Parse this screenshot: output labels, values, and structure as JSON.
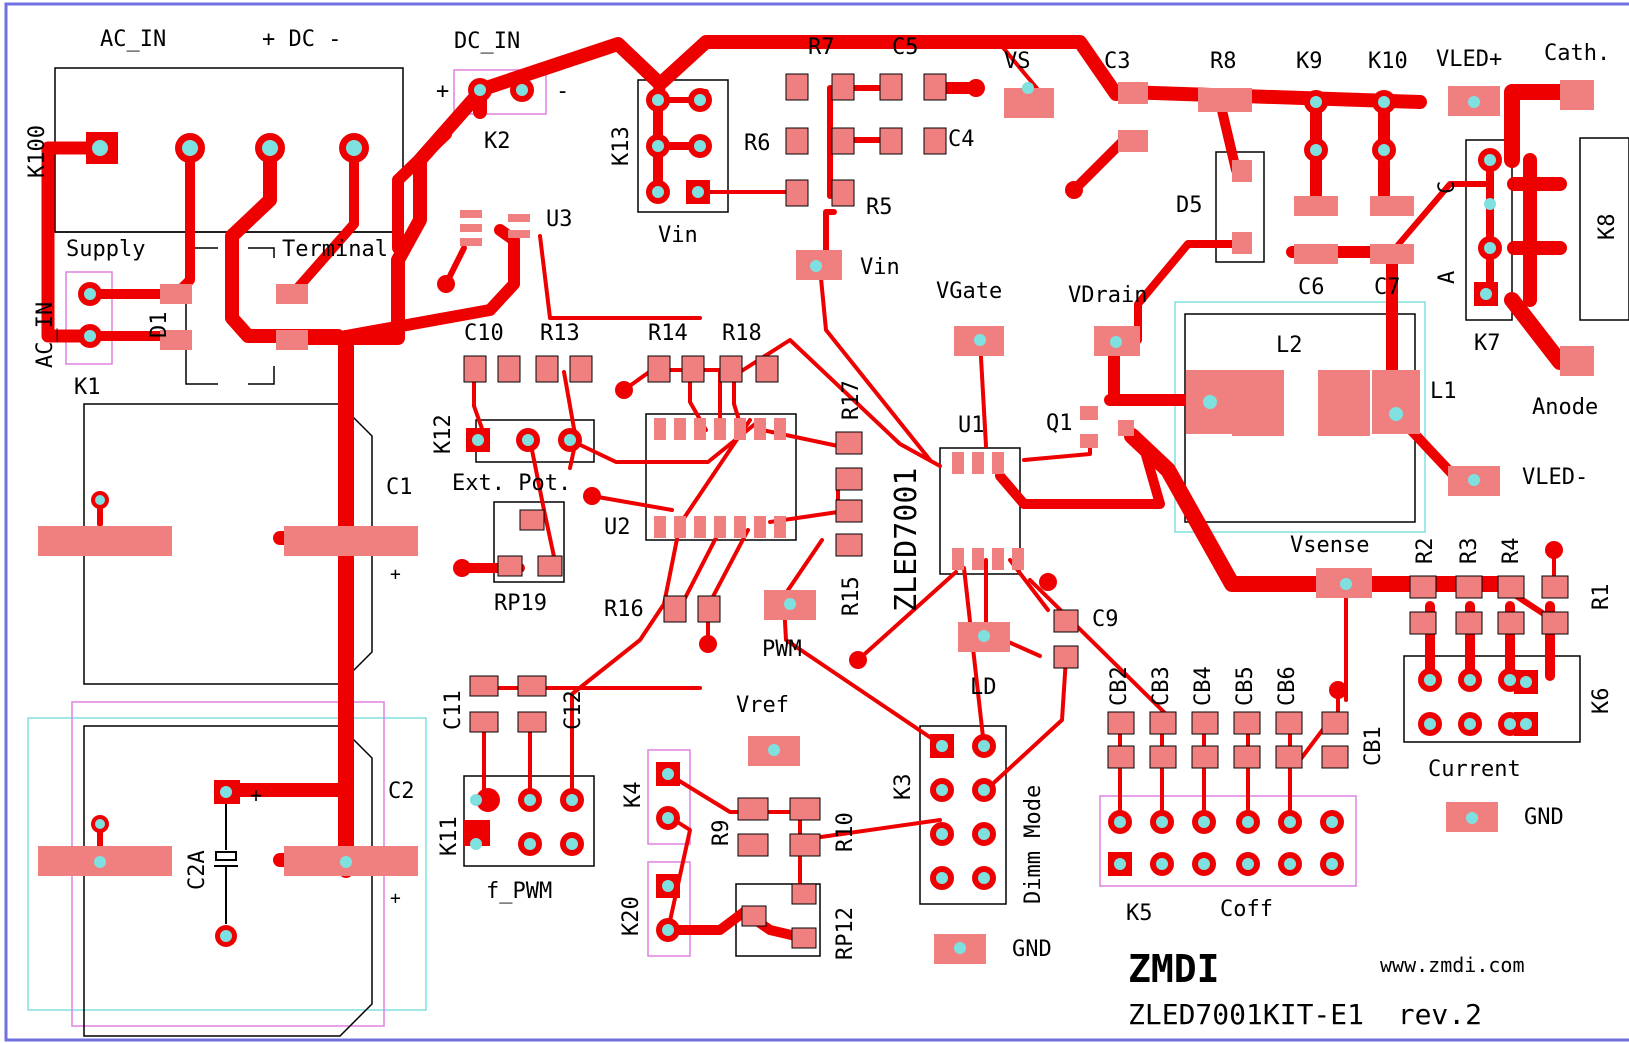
{
  "board": {
    "title": "ZMDI",
    "website": "www.zmdi.com",
    "part_number": "ZLED7001KIT-E1  rev.2",
    "ic_marking": "ZLED7001",
    "supply_terminal": "Supply Terminal"
  },
  "colors": {
    "trace": "#ee0000",
    "pad": "#f08080",
    "drill": "#7fe0e0",
    "silkscreen": "#000000",
    "outline_pink": "#e080e0",
    "outline_cyan": "#80e0e0",
    "border": "#7070e0"
  },
  "labels": {
    "ac_in_top": "AC_IN",
    "dc_top": "+ DC -",
    "dc_in": "DC_IN",
    "k100": "K100",
    "ac_in_side": "AC_IN",
    "k1": "K1",
    "d1": "D1",
    "supply": "Supply",
    "terminal": "Terminal",
    "k2": "K2",
    "k2_plus": "+",
    "k2_minus": "-",
    "u3": "U3",
    "k13": "K13",
    "vin_k13": "Vin",
    "r7": "R7",
    "c5": "C5",
    "r6": "R6",
    "c4": "C4",
    "r5": "R5",
    "vin_tp": "Vin",
    "vs": "VS",
    "c3": "C3",
    "r8": "R8",
    "k9": "K9",
    "k10": "K10",
    "vled_plus": "VLED+",
    "cath": "Cath.",
    "d5": "D5",
    "c6": "C6",
    "c7": "C7",
    "k8": "K8",
    "k7": "K7",
    "k7_c": "C",
    "k7_a": "A",
    "anode": "Anode",
    "c10": "C10",
    "r13": "R13",
    "r14": "R14",
    "r18": "R18",
    "r17": "R17",
    "k12": "K12",
    "ext_pot": "Ext. Pot.",
    "vgate": "VGate",
    "vdrain": "VDrain",
    "l2": "L2",
    "l1": "L1",
    "q1": "Q1",
    "u1": "U1",
    "vled_minus": "VLED-",
    "c1": "C1",
    "c1_plus": "+",
    "u2": "U2",
    "rp19": "RP19",
    "r16": "R16",
    "r15": "R15",
    "pwm": "PWM",
    "vsense": "Vsense",
    "r2": "R2",
    "r3": "R3",
    "r4": "R4",
    "r1": "R1",
    "k6": "K6",
    "current": "Current",
    "c9": "C9",
    "ld": "LD",
    "cb2": "CB2",
    "cb3": "CB3",
    "cb4": "CB4",
    "cb5": "CB5",
    "cb6": "CB6",
    "cb1": "CB1",
    "gnd_right": "GND",
    "c11": "C11",
    "c12": "C12",
    "k11": "K11",
    "f_pwm": "f_PWM",
    "vref": "Vref",
    "k4": "K4",
    "r9": "R9",
    "r10": "R10",
    "k20": "K20",
    "rp12": "RP12",
    "k3": "K3",
    "dimm_mode": "Dimm Mode",
    "gnd_bottom": "GND",
    "k5": "K5",
    "coff": "Coff",
    "c2": "C2",
    "c2_plus": "+",
    "c2a": "C2A",
    "c2a_plus": "+"
  }
}
